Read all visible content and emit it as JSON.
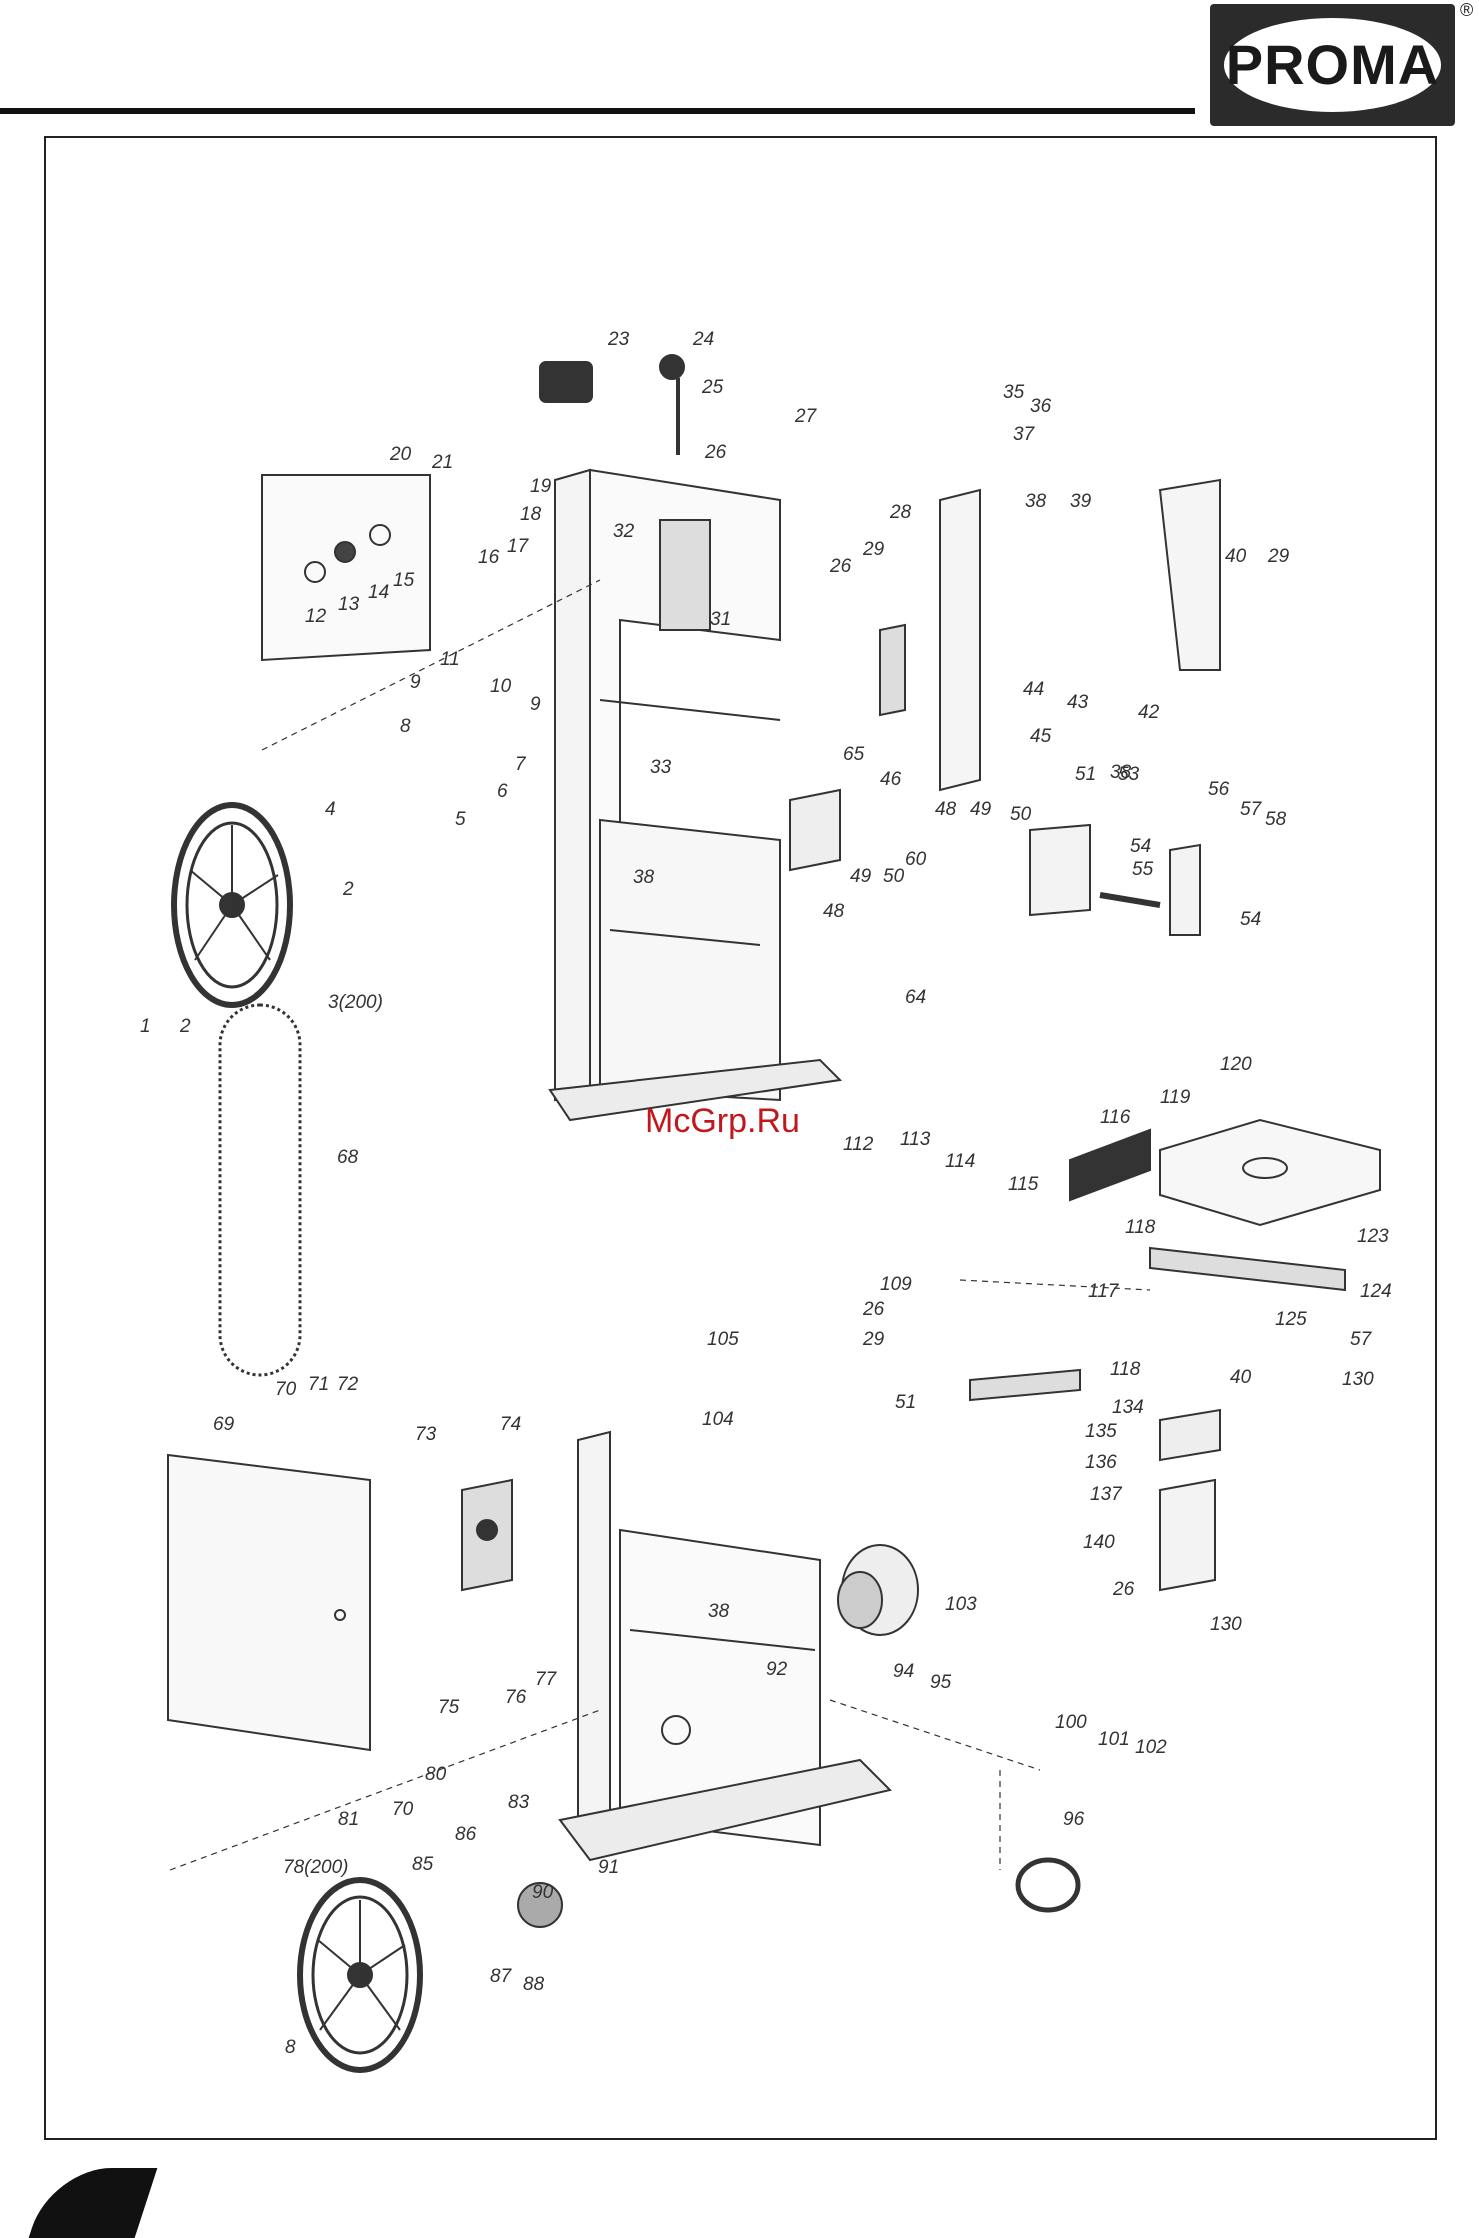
{
  "brand": {
    "logo_text": "PROMA",
    "registered_mark": "®"
  },
  "watermark": "McGrp.Ru",
  "part_labels": [
    {
      "id": "p1",
      "text": "1"
    },
    {
      "id": "p2a",
      "text": "2"
    },
    {
      "id": "p2b",
      "text": "2"
    },
    {
      "id": "p3",
      "text": "3(200)"
    },
    {
      "id": "p4",
      "text": "4"
    },
    {
      "id": "p5",
      "text": "5"
    },
    {
      "id": "p6",
      "text": "6"
    },
    {
      "id": "p7",
      "text": "7"
    },
    {
      "id": "p8",
      "text": "8"
    },
    {
      "id": "p9a",
      "text": "9"
    },
    {
      "id": "p9b",
      "text": "9"
    },
    {
      "id": "p10",
      "text": "10"
    },
    {
      "id": "p11",
      "text": "11"
    },
    {
      "id": "p12",
      "text": "12"
    },
    {
      "id": "p13",
      "text": "13"
    },
    {
      "id": "p14",
      "text": "14"
    },
    {
      "id": "p15",
      "text": "15"
    },
    {
      "id": "p16",
      "text": "16"
    },
    {
      "id": "p17",
      "text": "17"
    },
    {
      "id": "p18",
      "text": "18"
    },
    {
      "id": "p19",
      "text": "19"
    },
    {
      "id": "p20",
      "text": "20"
    },
    {
      "id": "p21",
      "text": "21"
    },
    {
      "id": "p23",
      "text": "23"
    },
    {
      "id": "p24",
      "text": "24"
    },
    {
      "id": "p25",
      "text": "25"
    },
    {
      "id": "p26a",
      "text": "26"
    },
    {
      "id": "p26b",
      "text": "26"
    },
    {
      "id": "p26c",
      "text": "26"
    },
    {
      "id": "p26d",
      "text": "26"
    },
    {
      "id": "p27",
      "text": "27"
    },
    {
      "id": "p28",
      "text": "28"
    },
    {
      "id": "p29a",
      "text": "29"
    },
    {
      "id": "p29b",
      "text": "29"
    },
    {
      "id": "p29c",
      "text": "29"
    },
    {
      "id": "p31",
      "text": "31"
    },
    {
      "id": "p32",
      "text": "32"
    },
    {
      "id": "p33",
      "text": "33"
    },
    {
      "id": "p35",
      "text": "35"
    },
    {
      "id": "p36",
      "text": "36"
    },
    {
      "id": "p37",
      "text": "37"
    },
    {
      "id": "p38a",
      "text": "38"
    },
    {
      "id": "p38b",
      "text": "38"
    },
    {
      "id": "p38c",
      "text": "38"
    },
    {
      "id": "p38d",
      "text": "38"
    },
    {
      "id": "p39",
      "text": "39"
    },
    {
      "id": "p40a",
      "text": "40"
    },
    {
      "id": "p40b",
      "text": "40"
    },
    {
      "id": "p42",
      "text": "42"
    },
    {
      "id": "p43",
      "text": "43"
    },
    {
      "id": "p44",
      "text": "44"
    },
    {
      "id": "p45",
      "text": "45"
    },
    {
      "id": "p46",
      "text": "46"
    },
    {
      "id": "p48a",
      "text": "48"
    },
    {
      "id": "p48b",
      "text": "48"
    },
    {
      "id": "p49a",
      "text": "49"
    },
    {
      "id": "p49b",
      "text": "49"
    },
    {
      "id": "p50a",
      "text": "50"
    },
    {
      "id": "p50b",
      "text": "50"
    },
    {
      "id": "p51a",
      "text": "51"
    },
    {
      "id": "p51b",
      "text": "51"
    },
    {
      "id": "p53",
      "text": "53"
    },
    {
      "id": "p54a",
      "text": "54"
    },
    {
      "id": "p54b",
      "text": "54"
    },
    {
      "id": "p55",
      "text": "55"
    },
    {
      "id": "p56",
      "text": "56"
    },
    {
      "id": "p57a",
      "text": "57"
    },
    {
      "id": "p57b",
      "text": "57"
    },
    {
      "id": "p58",
      "text": "58"
    },
    {
      "id": "p60",
      "text": "60"
    },
    {
      "id": "p64",
      "text": "64"
    },
    {
      "id": "p65",
      "text": "65"
    },
    {
      "id": "p68",
      "text": "68"
    },
    {
      "id": "p69",
      "text": "69"
    },
    {
      "id": "p70a",
      "text": "70"
    },
    {
      "id": "p70b",
      "text": "70"
    },
    {
      "id": "p71",
      "text": "71"
    },
    {
      "id": "p72",
      "text": "72"
    },
    {
      "id": "p73",
      "text": "73"
    },
    {
      "id": "p74",
      "text": "74"
    },
    {
      "id": "p75",
      "text": "75"
    },
    {
      "id": "p76",
      "text": "76"
    },
    {
      "id": "p77",
      "text": "77"
    },
    {
      "id": "p78",
      "text": "78(200)"
    },
    {
      "id": "p80",
      "text": "80"
    },
    {
      "id": "p81",
      "text": "81"
    },
    {
      "id": "p83",
      "text": "83"
    },
    {
      "id": "p85",
      "text": "85"
    },
    {
      "id": "p86",
      "text": "86"
    },
    {
      "id": "p87",
      "text": "87"
    },
    {
      "id": "p88",
      "text": "88"
    },
    {
      "id": "p90",
      "text": "90"
    },
    {
      "id": "p91",
      "text": "91"
    },
    {
      "id": "p92",
      "text": "92"
    },
    {
      "id": "p94",
      "text": "94"
    },
    {
      "id": "p95",
      "text": "95"
    },
    {
      "id": "p96",
      "text": "96"
    },
    {
      "id": "p100",
      "text": "100"
    },
    {
      "id": "p101",
      "text": "101"
    },
    {
      "id": "p102",
      "text": "102"
    },
    {
      "id": "p103",
      "text": "103"
    },
    {
      "id": "p104",
      "text": "104"
    },
    {
      "id": "p105",
      "text": "105"
    },
    {
      "id": "p109",
      "text": "109"
    },
    {
      "id": "p112",
      "text": "112"
    },
    {
      "id": "p113",
      "text": "113"
    },
    {
      "id": "p114",
      "text": "114"
    },
    {
      "id": "p115",
      "text": "115"
    },
    {
      "id": "p116",
      "text": "116"
    },
    {
      "id": "p117",
      "text": "117"
    },
    {
      "id": "p118a",
      "text": "118"
    },
    {
      "id": "p118b",
      "text": "118"
    },
    {
      "id": "p119",
      "text": "119"
    },
    {
      "id": "p120",
      "text": "120"
    },
    {
      "id": "p123",
      "text": "123"
    },
    {
      "id": "p124",
      "text": "124"
    },
    {
      "id": "p125",
      "text": "125"
    },
    {
      "id": "p130a",
      "text": "130"
    },
    {
      "id": "p130b",
      "text": "130"
    },
    {
      "id": "p134",
      "text": "134"
    },
    {
      "id": "p135",
      "text": "135"
    },
    {
      "id": "p136",
      "text": "136"
    },
    {
      "id": "p137",
      "text": "137"
    },
    {
      "id": "p140",
      "text": "140"
    },
    {
      "id": "p8b",
      "text": "8"
    }
  ]
}
